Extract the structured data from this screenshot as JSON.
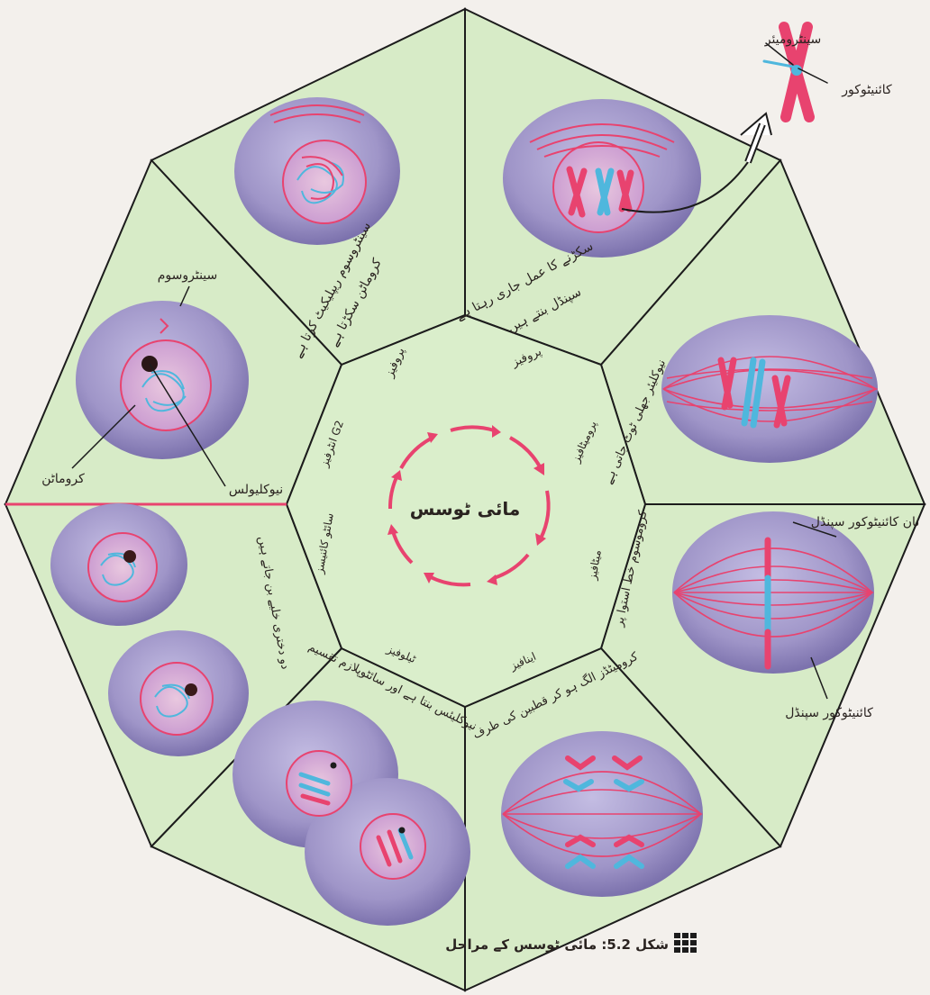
{
  "center_label": "مائی ٹوسس",
  "stage_labels": {
    "prophase_early": "پروفیز",
    "prophase_late": "پروفیز",
    "prometaphase": "پرومیٹافیز",
    "metaphase": "میٹافیز",
    "anaphase": "اینافیز",
    "telophase": "ٹیلوفیز",
    "cytokinesis": "سائٹو کائنیسز",
    "interphase": "انٹرفیز G2"
  },
  "descriptions": {
    "upper_left_1": "کروماٹن سکڑتا ہے",
    "upper_left_2": "سینٹروسوم ریپلیکیٹ کرتا ہے",
    "top_right_1": "سکڑنے کا عمل جاری رہتا ہے",
    "top_right_2": "سپنڈل بنتے ہیں",
    "right_1": "نیوکلیئر جھلی ٹوٹ جاتی ہے",
    "right_2": "کروموسوم خط استوا پر",
    "bottom_right": "کرومیٹڈز الگ ہو کر قطبین کی طرف",
    "bottom_left": "نیوکلیئس بنتا ہے اور سائٹوپلازم تقسیم",
    "left": "دو دختری خلیے بن جاتے ہیں"
  },
  "annotations": {
    "centromere": "سینٹرومیئر",
    "kinetochore": "کائنیٹوکور",
    "centrosome": "سینٹروسوم",
    "chromatin": "کروماٹن",
    "nucleolus": "نیوکلیولس",
    "nonkinetochore_spindle": "نان کائنیٹوکور سپنڈل",
    "kinetochore_spindle": "کائنیٹوکور سپنڈل"
  },
  "caption": "شکل 5.2: مائی ٹوسس کے مراحل",
  "colors": {
    "panel_fill": "#d7ebc7",
    "outline": "#1c1c1c",
    "cell": "#9f95c8",
    "chromosome_pink": "#e8436f",
    "chromosome_blue": "#4fb7dd",
    "background": "#f3f0ec"
  }
}
